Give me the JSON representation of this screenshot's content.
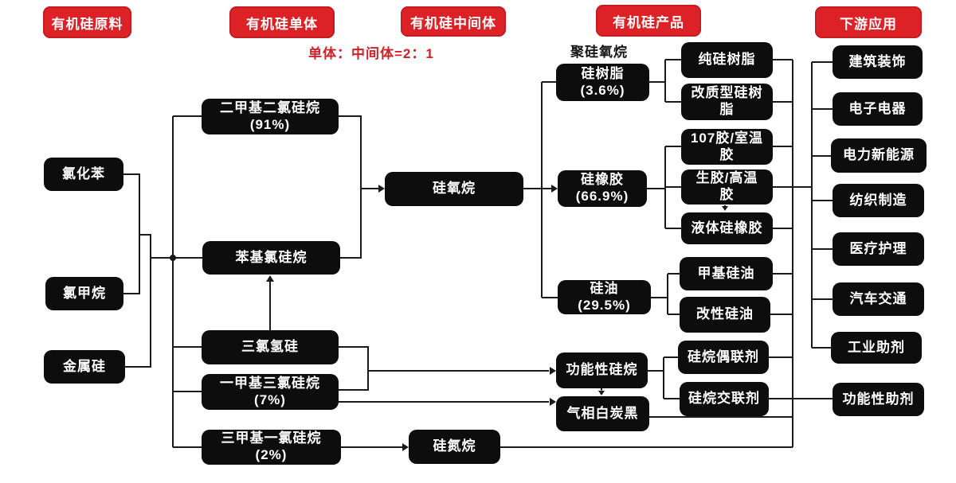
{
  "colors": {
    "accent_red": "#dc2127",
    "box_black": "#0d0d0d",
    "line": "#1a1a1a",
    "background": "#ffffff"
  },
  "headers": {
    "raw_materials": "有机硅原料",
    "monomers": "有机硅单体",
    "intermediates": "有机硅中间体",
    "products": "有机硅产品",
    "downstream": "下游应用"
  },
  "annotations": {
    "ratio_note": "单体：中间体=2：1",
    "polysiloxane": "聚硅氧烷"
  },
  "nodes": {
    "chlorobenzene": "氯化苯",
    "chloromethane": "氯甲烷",
    "silicon_metal": "金属硅",
    "dimethyldichlorosilane": "二甲基二氯硅烷\n(91%)",
    "phenylchlorosilane": "苯基氯硅烷",
    "trichlorosilane": "三氯氢硅",
    "methyltrichlorosilane": "一甲基三氯硅烷\n(7%)",
    "trimethylchlorosilane": "三甲基一氯硅烷\n(2%)",
    "siloxane": "硅氧烷",
    "silazane": "硅氮烷",
    "silicone_resin": "硅树脂\n(3.6%)",
    "silicone_rubber": "硅橡胶\n(66.9%)",
    "silicone_oil": "硅油\n(29.5%)",
    "pure_silicone_resin": "纯硅树脂",
    "modified_type_silicone_resin": "改质型硅树\n脂",
    "glue_107_room_temp": "107胶/室温\n胶",
    "raw_glue_high_temp": "生胶/高温\n胶",
    "liquid_silicone_rubber": "液体硅橡胶",
    "methyl_silicone_oil": "甲基硅油",
    "modified_silicone_oil": "改性硅油",
    "functional_silane": "功能性硅烷",
    "fumed_silica": "气相白炭黑",
    "silane_coupling_agent": "硅烷偶联剂",
    "silane_crosslinking_agent": "硅烷交联剂",
    "functional_additives": "功能性助剂",
    "app_building": "建筑装饰",
    "app_electronics": "电子电器",
    "app_power_energy": "电力新能源",
    "app_textile": "纺织制造",
    "app_medical": "医疗护理",
    "app_automotive": "汽车交通",
    "app_industrial": "工业助剂"
  }
}
